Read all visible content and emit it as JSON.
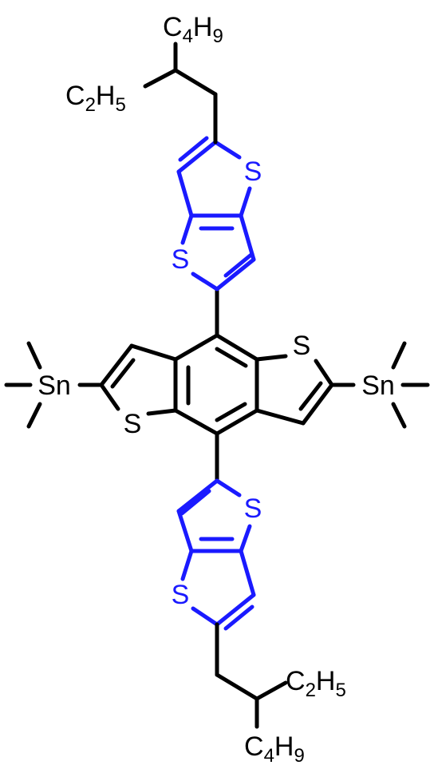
{
  "colors": {
    "core_bonds": "#000000",
    "thienothiophene_bonds": "#1a1aff",
    "background": "#ffffff"
  },
  "labels": {
    "s_core_right": "S",
    "s_core_left": "S",
    "s_top_outer": "S",
    "s_top_inner": "S",
    "s_bottom_outer": "S",
    "s_bottom_inner": "S",
    "sn_left": "Sn",
    "sn_right": "Sn",
    "top_c4h9": {
      "c": "C",
      "n": "4",
      "h": "H",
      "m": "9"
    },
    "top_c2h5": {
      "c": "C",
      "n": "2",
      "h": "H",
      "m": "5"
    },
    "bottom_c2h5": {
      "c": "C",
      "n": "2",
      "h": "H",
      "m": "5"
    },
    "bottom_c4h9": {
      "c": "C",
      "n": "4",
      "h": "H",
      "m": "9"
    }
  }
}
